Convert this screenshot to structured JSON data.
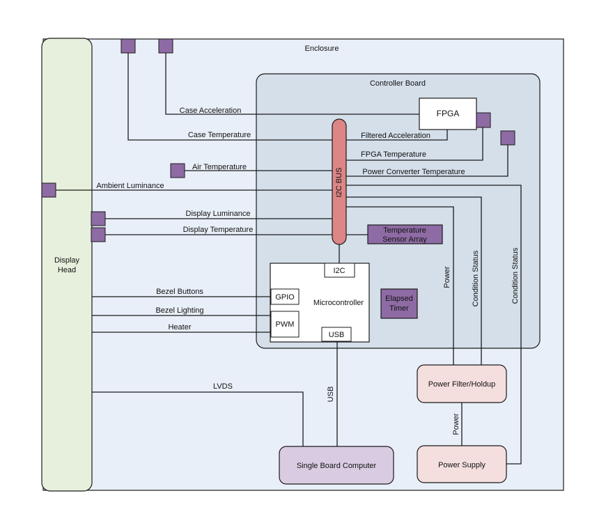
{
  "enclosure": {
    "label": "Enclosure"
  },
  "controller_board": {
    "label": "Controller Board"
  },
  "display_head": {
    "label_line1": "Display",
    "label_line2": "Head"
  },
  "fpga": {
    "label": "FPGA"
  },
  "i2c_bus": {
    "label": "I2C BUS"
  },
  "temp_sensor_array": {
    "label_line1": "Temperature",
    "label_line2": "Sensor Array"
  },
  "microcontroller": {
    "label": "Microcontroller",
    "i2c_port": "I2C",
    "gpio_port": "GPIO",
    "pwm_port": "PWM",
    "usb_port": "USB"
  },
  "elapsed_timer": {
    "label_line1": "Elapsed",
    "label_line2": "Timer"
  },
  "power_filter": {
    "label": "Power Filter/Holdup"
  },
  "power_supply": {
    "label": "Power Supply"
  },
  "sbc": {
    "label": "Single Board Computer"
  },
  "signals": {
    "case_acceleration": "Case Acceleration",
    "case_temperature": "Case Temperature",
    "filtered_acceleration": "Filtered Acceleration",
    "fpga_temperature": "FPGA Temperature",
    "air_temperature": "Air Temperature",
    "power_converter_temperature": "Power Converter Temperature",
    "ambient_luminance": "Ambient Luminance",
    "display_luminance": "Display Luminance",
    "display_temperature": "Display Temperature",
    "bezel_buttons": "Bezel Buttons",
    "bezel_lighting": "Bezel Lighting",
    "heater": "Heater",
    "lvds": "LVDS",
    "usb": "USB",
    "power_vertical": "Power",
    "condition_status_1": "Condition Status",
    "condition_status_2": "Condition Status",
    "power_between": "Power"
  },
  "colors": {
    "enclosure_fill": "#e9eff8",
    "controller_fill": "#d5dfea",
    "display_head_fill": "#e7f0dc",
    "i2c_fill": "#dc8686",
    "sensor_fill": "#8e6ba4",
    "power_box_fill": "#f4dede",
    "sbc_fill": "#d9cce2"
  }
}
